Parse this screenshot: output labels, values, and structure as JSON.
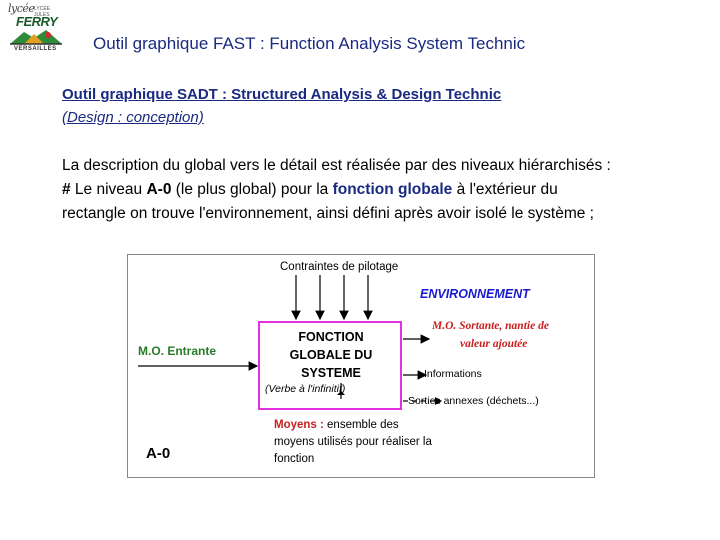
{
  "logo": {
    "script": "lycée",
    "lycee": "LYCÉE JULES",
    "name": "FERRY",
    "city": "VERSAILLES"
  },
  "title": "Outil graphique FAST : Function Analysis System Technic",
  "subtitle": {
    "line1": "Outil graphique SADT : Structured Analysis & Design Technic",
    "line2": "(Design : conception)"
  },
  "paragraph": {
    "l1": "La description du global vers le détail est réalisée par des niveaux hiérarchisés :",
    "l2_hash": "#",
    "l2_a": " Le niveau ",
    "l2_b": "A-0",
    "l2_c": " (le plus global) pour la ",
    "l2_d": "fonction globale",
    "l2_e": " à l'extérieur du",
    "l3": "rectangle on trouve l'environnement, ainsi défini après avoir isolé le système ;"
  },
  "diagram": {
    "top_label": "Contraintes de pilotage",
    "environment": "ENVIRONNEMENT",
    "input": "M.O. Entrante",
    "box_line1": "FONCTION",
    "box_line2": "GLOBALE DU",
    "box_line3": "SYSTEME",
    "box_verb": "(Verbe à l'infinitif)",
    "out1_line1": "M.O. Sortante, nantie de",
    "out1_line2": "valeur ajoutée",
    "out2": "Informations",
    "out3": "Sorties annexes (déchets...)",
    "means_bold": "Moyens :",
    "means_line1": " ensemble des",
    "means_line2": "moyens utilisés pour réaliser la",
    "means_line3": "fonction",
    "level": "A-0"
  },
  "colors": {
    "title_blue": "#1a2a80",
    "env_blue": "#1a1ad0",
    "input_green": "#2a7a2a",
    "output_red": "#c81e1e",
    "box_magenta": "#e030e0",
    "means_red": "#c81e1e"
  }
}
